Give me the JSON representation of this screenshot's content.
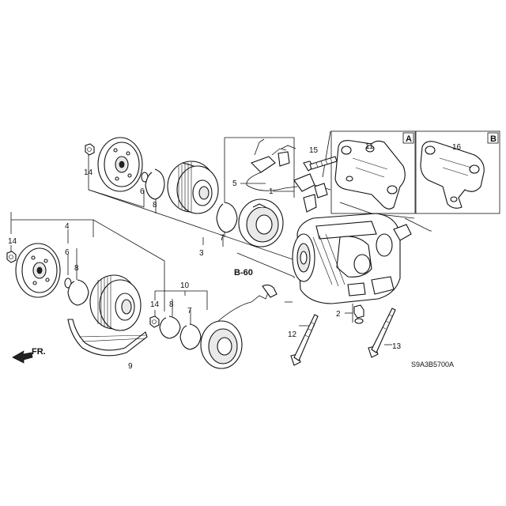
{
  "diagram": {
    "callouts": {
      "c1": "1",
      "c2": "2",
      "c3": "3",
      "c4": "4",
      "c5": "5",
      "c6a": "6",
      "c6b": "6",
      "c7a": "7",
      "c7b": "7",
      "c8a": "8",
      "c8b": "8",
      "c8c": "8",
      "c9": "9",
      "c10": "10",
      "c11": "11",
      "c12": "12",
      "c13": "13",
      "c14a": "14",
      "c14b": "14",
      "c14c": "14",
      "c15": "15",
      "c16": "16"
    },
    "inset_a_label": "A",
    "inset_b_label": "B",
    "ref_label": "B-60",
    "direction_label": "FR.",
    "diagram_code": "S9A3B5700A"
  }
}
